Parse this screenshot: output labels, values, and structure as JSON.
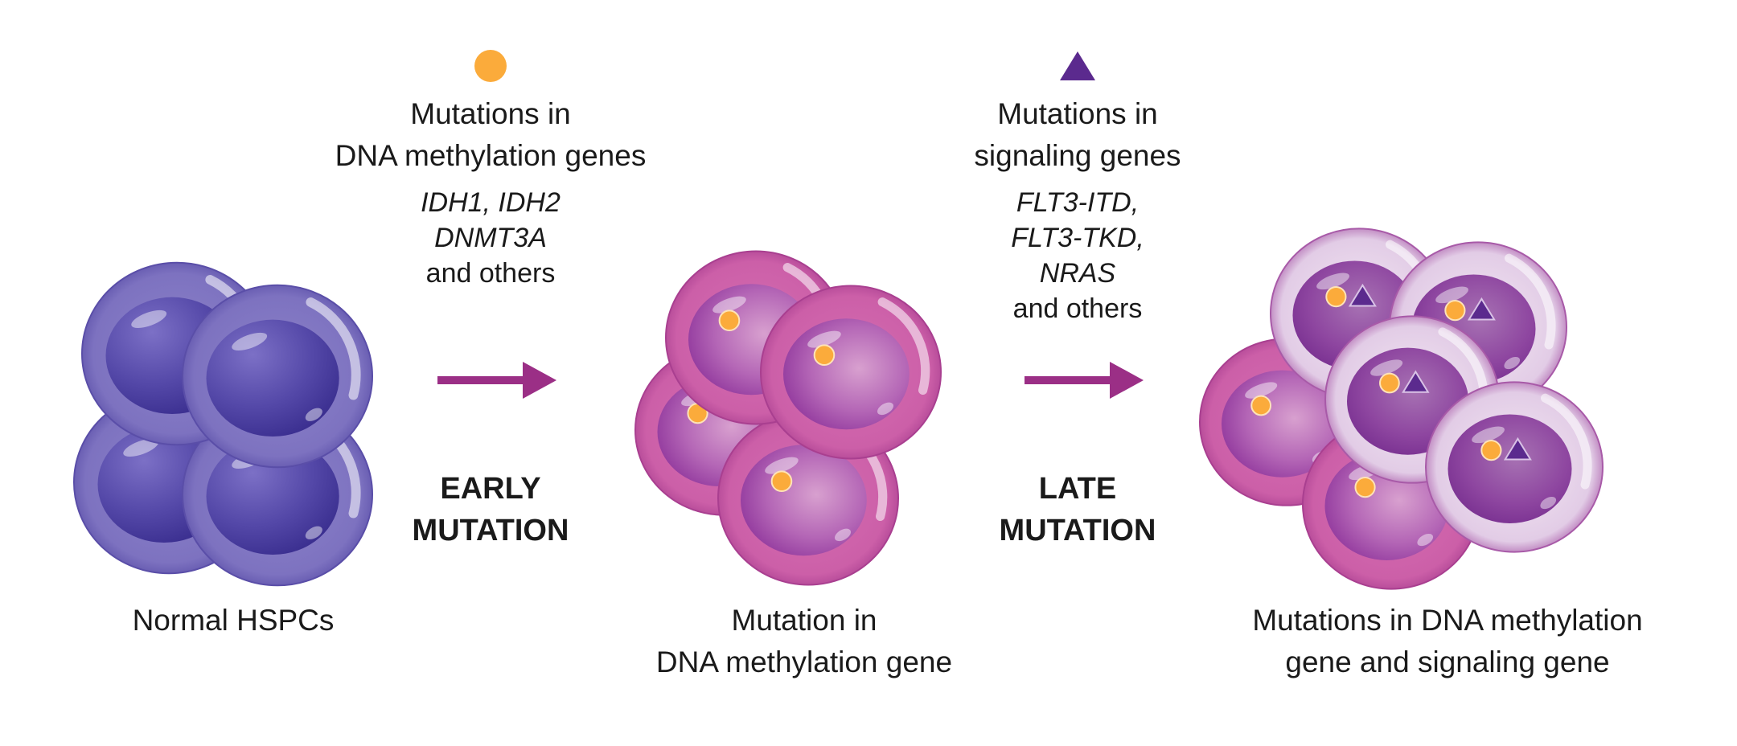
{
  "colors": {
    "normal_cell": "#6b5fb8",
    "mutant_cell": "#c04fa0",
    "double_cell_ring": "#e6d3ea",
    "arrow": "#9b2f86",
    "methylation_marker": "#fbab3b",
    "signaling_marker": "#5b2a8e"
  },
  "legend": {
    "methylation": {
      "icon": "orange-circle",
      "title_line1": "Mutations in",
      "title_line2": "DNA methylation genes",
      "genes_line1": "IDH1, IDH2",
      "genes_line2": "DNMT3A",
      "genes_line3": "and others"
    },
    "signaling": {
      "icon": "purple-triangle",
      "title_line1": "Mutations in",
      "title_line2": "signaling genes",
      "genes_line1": "FLT3-ITD,",
      "genes_line2": "FLT3-TKD,",
      "genes_line3": "NRAS",
      "genes_line4": "and others"
    }
  },
  "transitions": [
    {
      "label_line1": "EARLY",
      "label_line2": "MUTATION",
      "icon": "right-arrow"
    },
    {
      "label_line1": "LATE",
      "label_line2": "MUTATION",
      "icon": "right-arrow"
    }
  ],
  "stages": [
    {
      "caption_line1": "Normal HSPCs",
      "caption_line2": "",
      "cell_count": 4,
      "markers": "none"
    },
    {
      "caption_line1": "Mutation in",
      "caption_line2": "DNA methylation gene",
      "cell_count": 4,
      "markers": "circle"
    },
    {
      "caption_line1": "Mutations in DNA methylation",
      "caption_line2": "gene and signaling gene",
      "cell_count": 6,
      "markers": "circle+triangle (4), circle (2)"
    }
  ]
}
